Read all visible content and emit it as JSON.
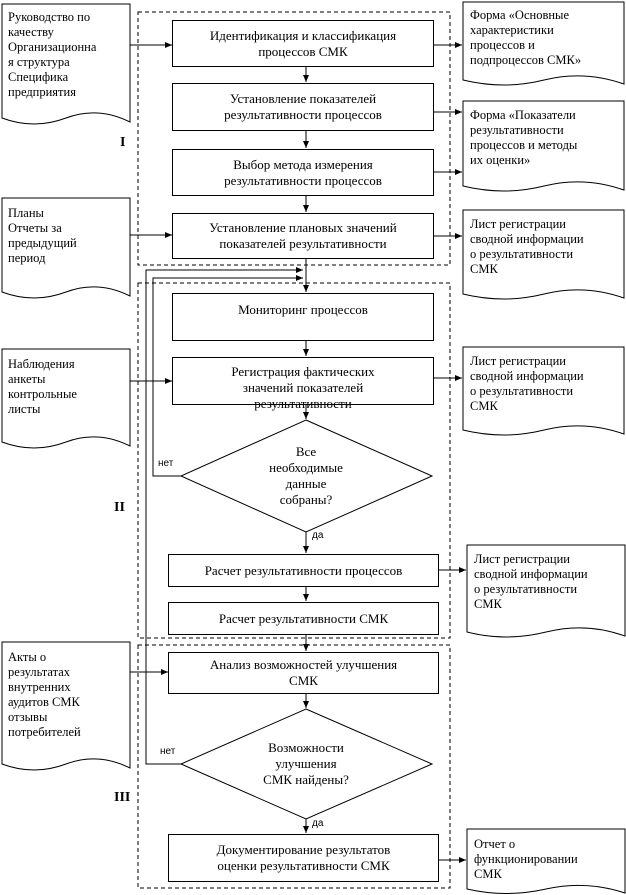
{
  "inputs": [
    {
      "text": "Руководство по\nкачеству\nОрганизационна\nя структура\nСпецифика\nпредприятия"
    },
    {
      "text": "Планы\nОтчеты за\nпредыдущий\nпериод"
    },
    {
      "text": "Наблюдения\nанкеты\nконтрольные\nлисты"
    },
    {
      "text": "Акты о\nрезультатах\nвнутренних\nаудитов СМК\nотзывы\nпотребителей"
    }
  ],
  "outputs": [
    {
      "text": "Форма «Основные\nхарактеристики\nпроцессов и\nподпроцессов СМК»"
    },
    {
      "text": "Форма «Показатели\nрезультативности\nпроцессов и методы\nих оценки»"
    },
    {
      "text": "Лист регистрации\nсводной информации\nо результативности\nСМК"
    },
    {
      "text": "Лист регистрации\nсводной информации\nо результативности\nСМК"
    },
    {
      "text": "Лист регистрации\nсводной информации\nо результативности\nСМК"
    },
    {
      "text": "Отчет о\nфункционировании\nСМК"
    }
  ],
  "steps": [
    {
      "text": "Идентификация и классификация\nпроцессов СМК"
    },
    {
      "text": "Установление показателей\nрезультативности процессов"
    },
    {
      "text": "Выбор метода измерения\nрезультативности процессов"
    },
    {
      "text": "Установление плановых значений\nпоказателей результативности"
    },
    {
      "text": "Мониторинг процессов"
    },
    {
      "text": "Регистрация фактических\nзначений показателей\nрезультативности"
    },
    {
      "text": "Расчет результативности процессов"
    },
    {
      "text": "Расчет результативности СМК"
    },
    {
      "text": "Анализ возможностей улучшения\nСМК"
    },
    {
      "text": "Документирование результатов\nоценки результативности СМК"
    }
  ],
  "decisions": [
    {
      "text": "Все\nнеобходимые\nданные\nсобраны?",
      "no": "нет",
      "yes": "да"
    },
    {
      "text": "Возможности\nулучшения\nСМК найдены?",
      "no": "нет",
      "yes": "да"
    }
  ],
  "stages": [
    "I",
    "II",
    "III"
  ]
}
